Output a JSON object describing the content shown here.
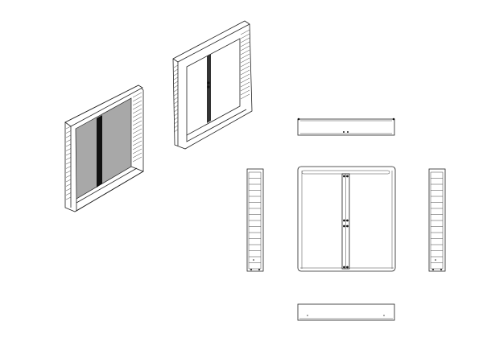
{
  "drawing": {
    "views": [
      "isometric-shaded",
      "isometric-line",
      "top",
      "front",
      "left",
      "right",
      "bottom"
    ],
    "colors": {
      "line": "#222222",
      "panel": "#a8a8a8",
      "mullion": "#111111",
      "background": "#ffffff"
    },
    "slat_count": 16
  }
}
